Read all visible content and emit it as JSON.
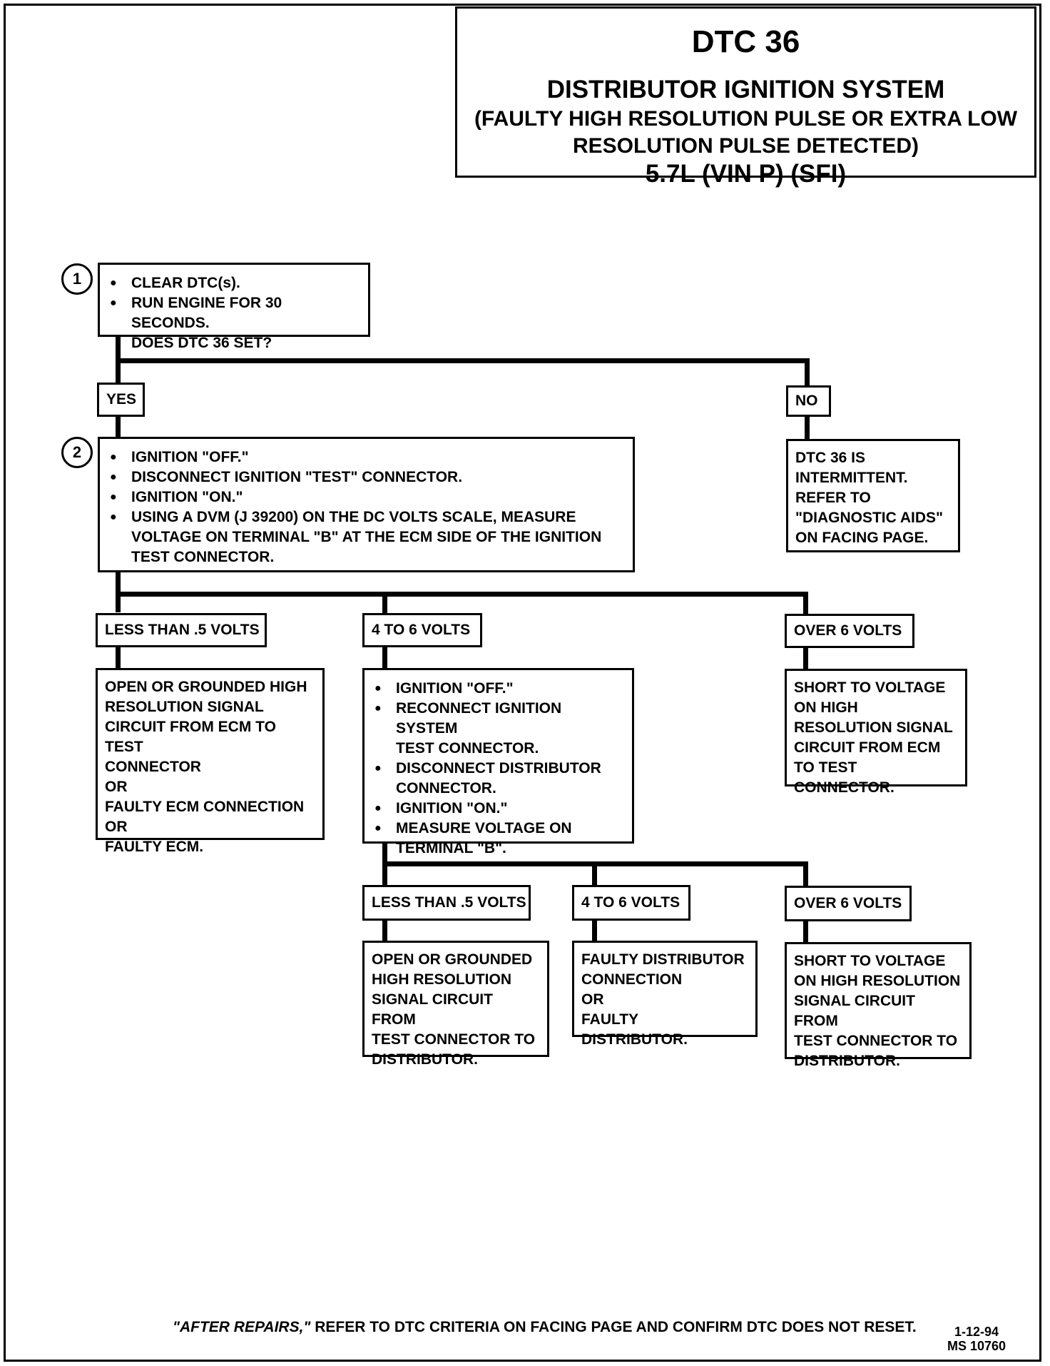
{
  "header": {
    "code": "DTC 36",
    "system": "DISTRIBUTOR IGNITION SYSTEM",
    "condition_1": "(FAULTY HIGH RESOLUTION PULSE OR EXTRA LOW",
    "condition_2": "RESOLUTION PULSE DETECTED)",
    "engine": "5.7L  (VIN P)  (SFI)"
  },
  "step1": {
    "number": "1",
    "bullets": [
      "CLEAR DTC(s).",
      "RUN ENGINE FOR 30 SECONDS."
    ],
    "question": "DOES DTC 36 SET?"
  },
  "branch1": {
    "yes": "YES",
    "no": "NO"
  },
  "no_result": {
    "lines": [
      "DTC 36 IS",
      "INTERMITTENT.",
      "REFER TO",
      "\"DIAGNOSTIC AIDS\"",
      "ON FACING PAGE."
    ]
  },
  "step2": {
    "number": "2",
    "bullets": [
      "IGNITION \"OFF.\"",
      "DISCONNECT IGNITION \"TEST\" CONNECTOR.",
      "IGNITION \"ON.\"",
      "USING A DVM (J 39200) ON THE DC VOLTS SCALE, MEASURE"
    ],
    "continuation": [
      "VOLTAGE ON TERMINAL \"B\" AT THE ECM SIDE OF THE IGNITION",
      "TEST CONNECTOR."
    ]
  },
  "branch2": {
    "low": "LESS THAN .5 VOLTS",
    "mid": "4 TO 6 VOLTS",
    "high": "OVER 6 VOLTS"
  },
  "result2_low": {
    "lines": [
      "OPEN OR GROUNDED HIGH",
      "RESOLUTION SIGNAL",
      "CIRCUIT FROM ECM TO TEST",
      "CONNECTOR",
      "OR",
      "FAULTY ECM CONNECTION",
      "OR",
      "FAULTY ECM."
    ]
  },
  "step3": {
    "items": [
      {
        "bullet": "IGNITION \"OFF.\"",
        "cont": ""
      },
      {
        "bullet": "RECONNECT IGNITION SYSTEM",
        "cont": "TEST CONNECTOR."
      },
      {
        "bullet": "DISCONNECT DISTRIBUTOR",
        "cont": "CONNECTOR."
      },
      {
        "bullet": "IGNITION \"ON.\"",
        "cont": ""
      },
      {
        "bullet": "MEASURE VOLTAGE ON",
        "cont": "TERMINAL \"B\"."
      }
    ]
  },
  "result2_high": {
    "lines": [
      "SHORT TO VOLTAGE",
      "ON HIGH",
      "RESOLUTION SIGNAL",
      "CIRCUIT FROM ECM",
      "TO TEST CONNECTOR."
    ]
  },
  "branch3": {
    "low": "LESS THAN .5 VOLTS",
    "mid": "4 TO 6 VOLTS",
    "high": "OVER 6 VOLTS"
  },
  "result3_low": {
    "lines": [
      "OPEN OR GROUNDED",
      "HIGH RESOLUTION",
      "SIGNAL CIRCUIT FROM",
      "TEST CONNECTOR TO",
      "DISTRIBUTOR."
    ]
  },
  "result3_mid": {
    "lines": [
      "FAULTY DISTRIBUTOR",
      "CONNECTION",
      "OR",
      "FAULTY DISTRIBUTOR."
    ]
  },
  "result3_high": {
    "lines": [
      "SHORT TO VOLTAGE",
      "ON HIGH RESOLUTION",
      "SIGNAL CIRCUIT FROM",
      "TEST CONNECTOR TO",
      "DISTRIBUTOR."
    ]
  },
  "footer": {
    "after_repairs": "\"AFTER REPAIRS,\"",
    "text": " REFER TO DTC CRITERIA ON FACING PAGE AND CONFIRM DTC DOES NOT RESET.",
    "date": "1-12-94",
    "ms": "MS 10760"
  }
}
